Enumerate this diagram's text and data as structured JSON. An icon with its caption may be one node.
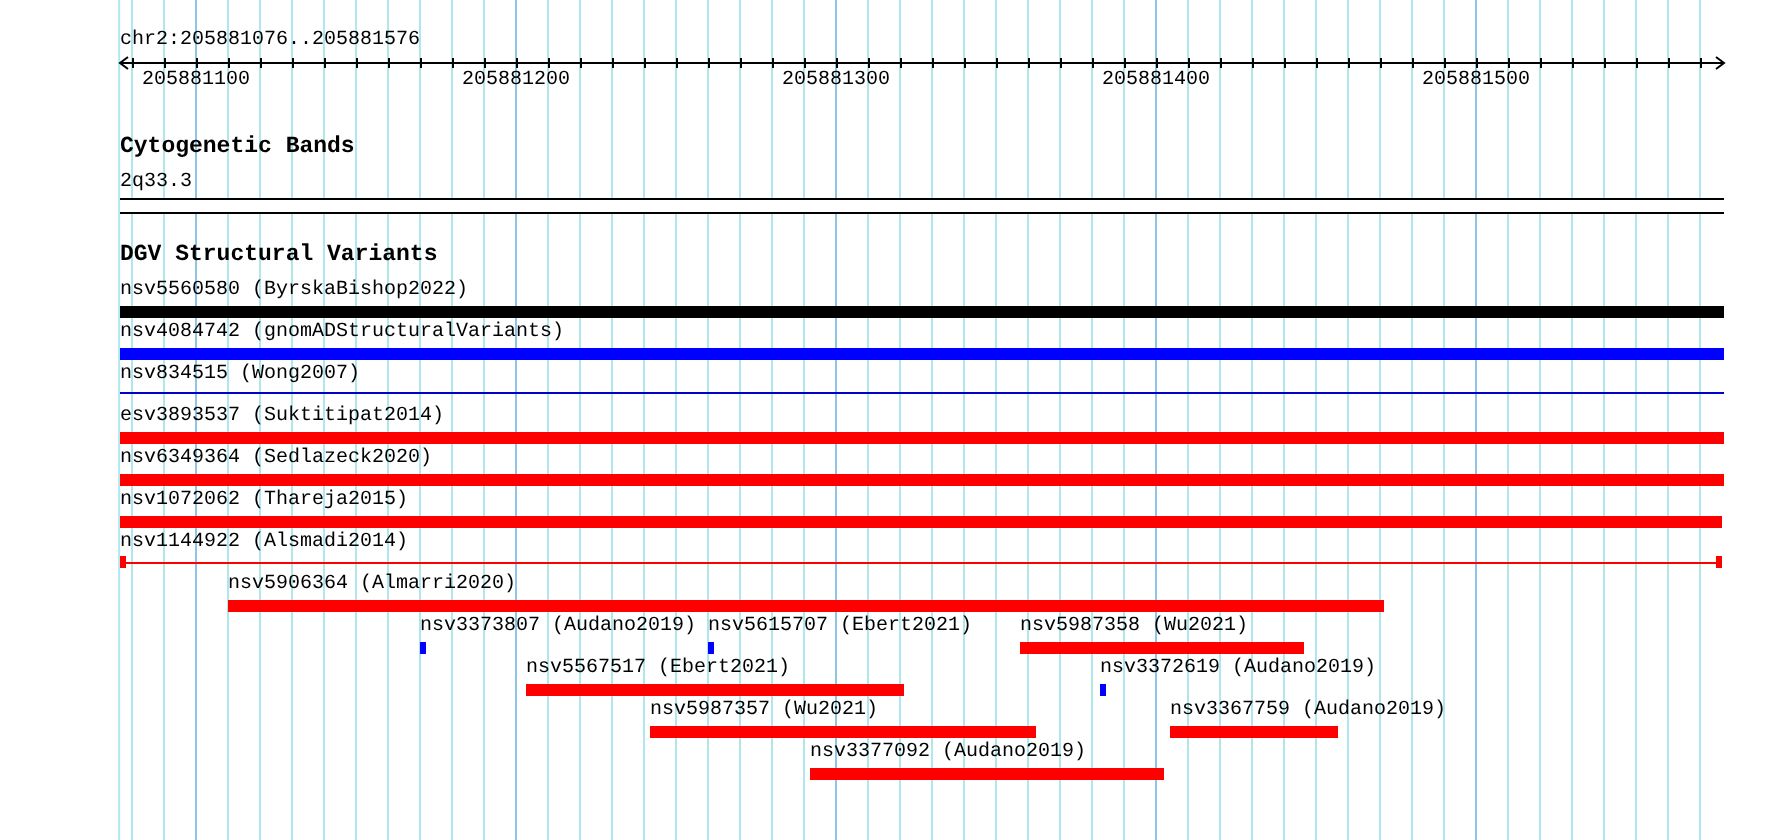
{
  "diagram": {
    "nodes": [
      {
        "text": [
          "2q33.3"
        ]
      },
      {
        "text": [
          "nsv5560580 (ByrskaBishop2022)"
        ]
      },
      {
        "text": [
          "nsv4084742 (gnomADStructuralVariants)"
        ]
      },
      {
        "text": [
          "nsv834515 (Wong2007)"
        ]
      },
      {
        "text": [
          "esv3893537 (Suktitipat2014)"
        ]
      },
      {
        "text": [
          "nsv6349364 (Sedlazeck2020)"
        ]
      },
      {
        "text": [
          "nsv1072062 (Thareja2015)"
        ]
      },
      {
        "text": [
          "nsv1144922 (Alsmadi2014)"
        ]
      },
      {
        "text": [
          "nsv5906364 (Almarri2020)"
        ]
      },
      {
        "text": [
          "nsv3373807 (Audano2019)"
        ]
      },
      {
        "text": [
          "nsv5615707 (Ebert2021)"
        ]
      },
      {
        "text": [
          "nsv5987358 (Wu2021)"
        ]
      },
      {
        "text": [
          "nsv5567517 (Ebert2021)"
        ]
      },
      {
        "text": [
          "nsv3372619 (Audano2019)"
        ]
      },
      {
        "text": [
          "nsv5987357 (Wu2021)"
        ]
      },
      {
        "text": [
          "nsv3367759 (Audano2019)"
        ]
      },
      {
        "text": [
          "nsv3377092 (Audano2019)"
        ]
      }
    ],
    "labels": [
      "chr2:205881076..205881576",
      "205881100",
      "205881200",
      "205881300",
      "205881400",
      "205881500",
      "Cytogenetic Bands",
      "DGV Structural Variants"
    ]
  }
}
